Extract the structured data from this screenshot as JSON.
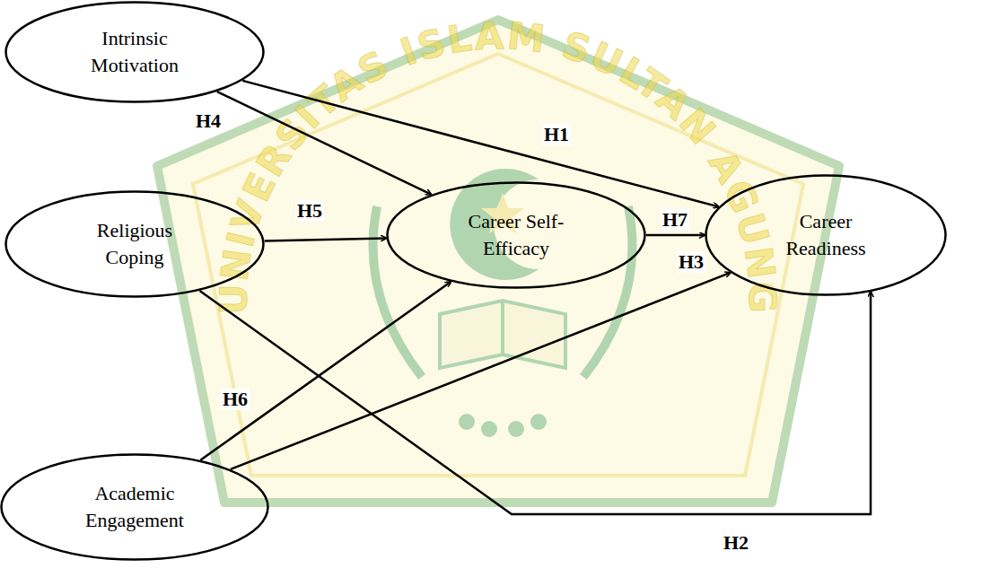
{
  "diagram": {
    "nodes": [
      {
        "text": [
          "Intrinsic Motivation"
        ]
      },
      {
        "text": [
          "Religious Coping"
        ]
      },
      {
        "text": [
          "Academic Engagement"
        ]
      },
      {
        "text": [
          "Career Self-Efficacy"
        ]
      },
      {
        "text": [
          "Career Readiness"
        ]
      }
    ],
    "edges": [
      {
        "from": 0,
        "to": 4,
        "arrow": "to",
        "label": "H1"
      },
      {
        "from": 1,
        "to": 4,
        "arrow": "to",
        "label": "H2"
      },
      {
        "from": 2,
        "to": 4,
        "arrow": "to",
        "label": "H3"
      },
      {
        "from": 0,
        "to": 3,
        "arrow": "to",
        "label": "H4"
      },
      {
        "from": 1,
        "to": 3,
        "arrow": "to",
        "label": "H5"
      },
      {
        "from": 2,
        "to": 3,
        "arrow": "to",
        "label": "H6"
      },
      {
        "from": 3,
        "to": 4,
        "arrow": "to",
        "label": "H7"
      }
    ],
    "labels": [
      "UNIVERSITAS ISLAM SULTAN AGUNG"
    ]
  }
}
